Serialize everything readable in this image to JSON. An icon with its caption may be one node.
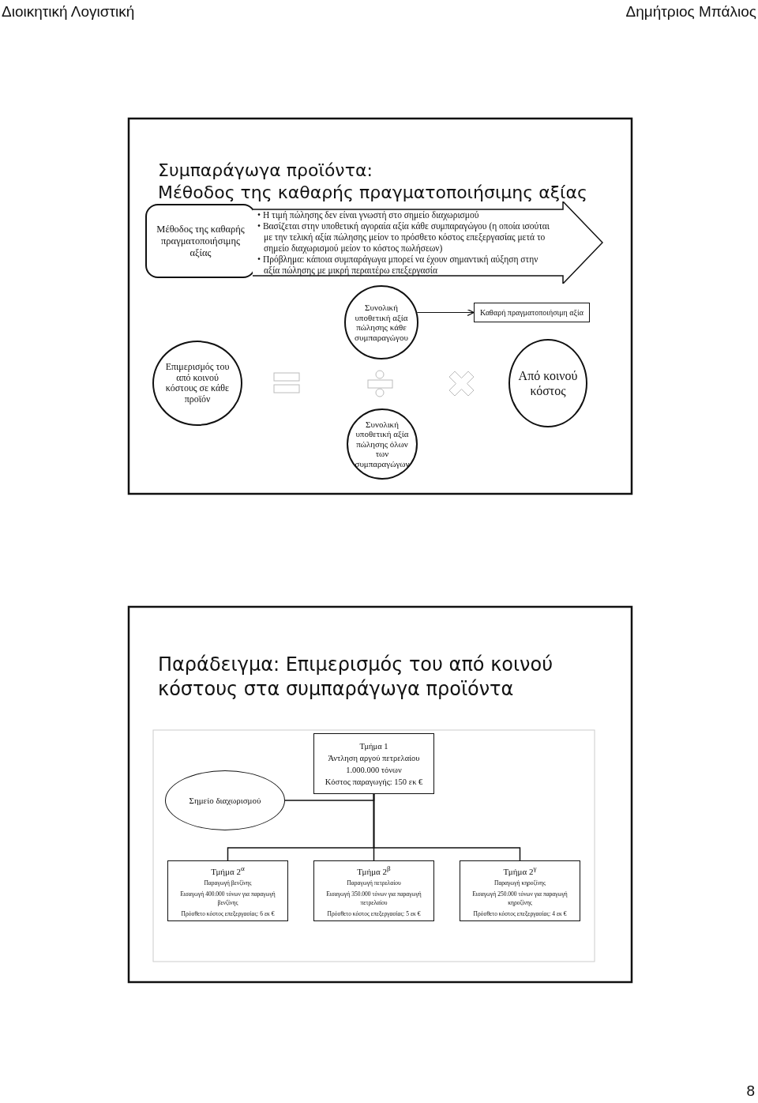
{
  "diagram": {
    "nodes": [
      {
        "text": [
          "Μέθοδος της καθαρής πραγματοποιήσιμης αξίας"
        ]
      },
      {
        "text": [
          "• Η τιμή πώλησης δεν είναι γνωστή στο σημείο διαχωρισμού",
          "• Βασίζεται στην υποθετική αγοραία αξία κάθε συμπαραγώγου (η οποία ισούται με την τελική αξία πώλησης μείον το πρόσθετο κόστος επεξεργασίας μετά το σημείο διαχωρισμού μείον το κόστος πωλήσεων)",
          "• Πρόβλημα: κάποια συμπαράγωγα μπορεί να έχουν σημαντική αύξηση στην αξία πώλησης με μικρή περαιτέρω επεξεργασία"
        ]
      },
      {
        "text": [
          "Επιμερισμός του από κοινού κόστους σε κάθε προϊόν"
        ]
      },
      {
        "text": [
          "Συνολική υποθετική αξία πώλησης κάθε συμπαραγώγου"
        ]
      },
      {
        "text": [
          "Καθαρή πραγματοποιήσιμη αξία"
        ]
      },
      {
        "text": [
          "Συνολική υποθετική αξία πώλησης όλων των συμπαραγώγων"
        ]
      },
      {
        "text": [
          "Από κοινού κόστος"
        ]
      },
      {
        "text": [
          "Σημείο διαχωρισμού"
        ]
      },
      {
        "text": [
          "Τμήμα 1",
          "Άντληση αργού πετρελαίου",
          "1.000.000 τόνων",
          "Κόστος παραγωγής: 150 εκ €"
        ]
      },
      {
        "text": [
          "Τμήμα 2$^{α}$",
          "Παραγωγή βενζίνης",
          "Εισαγωγή 400.000 τόνων για παραγωγή βενζίνης",
          "Πρόσθετο κόστος επεξεργασίας: 6 εκ €"
        ]
      },
      {
        "text": [
          "Τμήμα 2$^{β}$",
          "Παραγωγή πετρελαίου",
          "Εισαγωγή 350.000 τόνων για παραγωγή πετρελαίου",
          "Πρόσθετο κόστος επεξεργασίας: 5 εκ €"
        ]
      },
      {
        "text": [
          "Τμήμα 2$^{γ}$",
          "Παραγωγή κηροζίνης",
          "Εισαγωγή 250.000 τόνων για παραγωγή κηροζίνης",
          "Πρόσθετο κόστος επεξεργασίας: 4 εκ €"
        ]
      }
    ],
    "edges": [
      {
        "from": 3,
        "to": 4,
        "arrow": "to"
      },
      {
        "from": 7,
        "to": 8,
        "arrow": "none"
      },
      {
        "from": 8,
        "to": 9,
        "arrow": "none"
      },
      {
        "from": 8,
        "to": 10,
        "arrow": "none"
      },
      {
        "from": 8,
        "to": 11,
        "arrow": "none"
      }
    ],
    "labels": [
      "Διοικητική Λογιστική",
      "Δημήτριος Μπάλιος",
      "Συμπαράγωγα προϊόντα:",
      "Μέθοδος της καθαρής πραγματοποιήσιμης αξίας",
      "Παράδειγμα: Επιμερισμός του από κοινού κόστους στα συμπαράγωγα προϊόντα",
      "8"
    ]
  }
}
